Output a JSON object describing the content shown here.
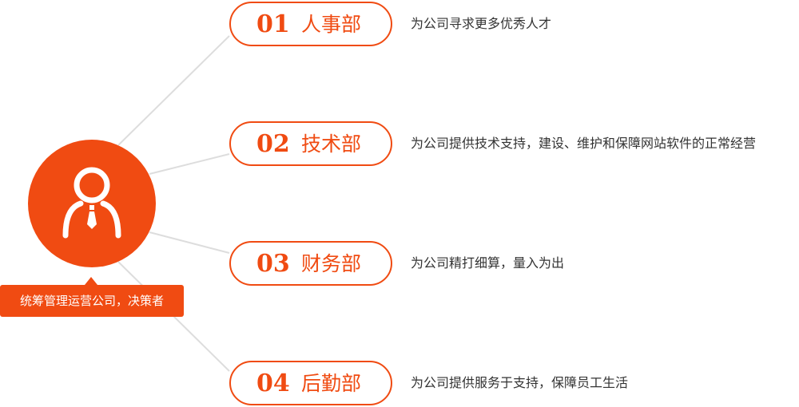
{
  "center": {
    "icon": "person-with-tie-icon",
    "label": "统筹管理运营公司，决策者",
    "color": "#f04b12"
  },
  "departments": [
    {
      "number": "01",
      "name": "人事部",
      "description": "为公司寻求更多优秀人才"
    },
    {
      "number": "02",
      "name": "技术部",
      "description": "为公司提供技术支持，建设、维护和保障网站软件的正常经营"
    },
    {
      "number": "03",
      "name": "财务部",
      "description": "为公司精打细算，量入为出"
    },
    {
      "number": "04",
      "name": "后勤部",
      "description": "为公司提供服务于支持，保障员工生活"
    }
  ],
  "colors": {
    "accent": "#f04b12",
    "connector": "#dddddd",
    "text": "#333333"
  }
}
